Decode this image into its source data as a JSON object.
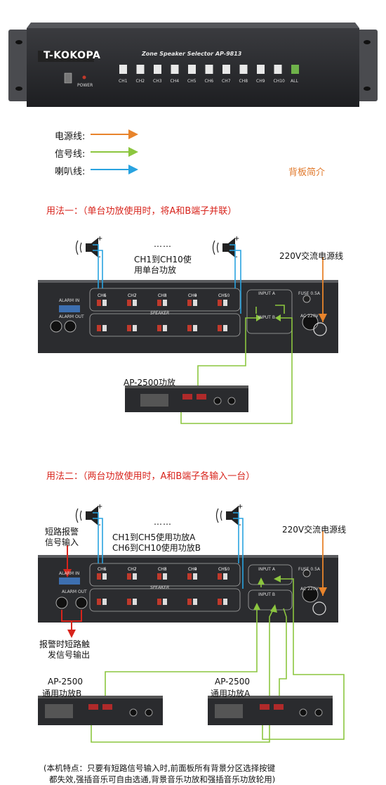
{
  "front_panel": {
    "brand": "T-KOKOPA",
    "model_title": "Zone Speaker Selector AP-9813",
    "power_label": "POWER",
    "channels": [
      "CH1",
      "CH2",
      "CH3",
      "CH4",
      "CH5",
      "CH6",
      "CH7",
      "CH8",
      "CH9",
      "CH10"
    ],
    "all_label": "ALL"
  },
  "legend": {
    "power_line": "电源线:",
    "signal_line": "信号线:",
    "speaker_line": "喇叭线:",
    "rear_intro": "背板简介"
  },
  "usage1": {
    "heading": "用法一：（单台功放使用时，将A和B端子并联）",
    "dots": "……",
    "note_line1": "CH1到CH10使",
    "note_line2": "用单台功放",
    "power_cord": "220V交流电源线",
    "amp_label": "AP-2500功放"
  },
  "usage2": {
    "heading": "用法二：（两台功放使用时，A和B端子各输入一台）",
    "dots": "……",
    "note_line1": "CH1到CH5使用功放A",
    "note_line2": "CH6到CH10使用功放B",
    "alarm_in_line1": "短路报警",
    "alarm_in_line2": "信号输入",
    "alarm_out_line1": "报警时短路触",
    "alarm_out_line2": "发信号输出",
    "power_cord": "220V交流电源线",
    "amp_b_line1": "AP-2500",
    "amp_b_line2": "通用功放B",
    "amp_a_line1": "AP-2500",
    "amp_a_line2": "通用功放A"
  },
  "rear_panel": {
    "alarm_in": "ALARM IN",
    "alarm_out": "ALARM OUT",
    "speaker": "SPEAKER",
    "input_a": "INPUT A",
    "input_b": "INPUT B",
    "fuse": "FUSE 0.5A",
    "ac": "AC 220V",
    "top_channels": [
      "CH1",
      "CH2",
      "CH3",
      "CH4",
      "CH5"
    ],
    "bottom_channels": [
      "CH6",
      "CH7",
      "CH8",
      "CH9",
      "CH10"
    ]
  },
  "footer": {
    "line1": "(本机特点：只要有短路信号输入时,前面板所有背景分区选择按键",
    "line2": "都失效,强插音乐可自由选通,背景音乐功放和强插音乐功放轮用)"
  },
  "colors": {
    "power": "#e8842c",
    "signal": "#8cc63f",
    "speaker": "#29a3e0",
    "heading": "#d8241c",
    "panel": "#2a2b2e"
  }
}
